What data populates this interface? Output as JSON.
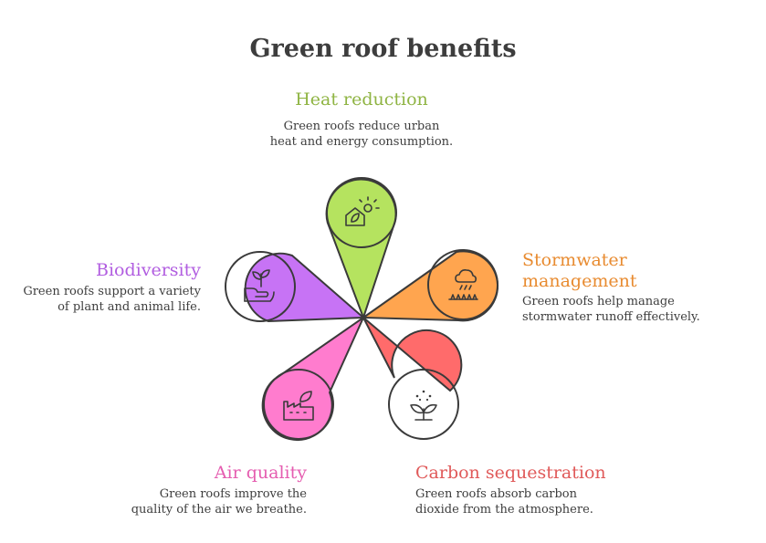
{
  "title": "Green roof benefits",
  "petals": [
    {
      "id": "heat",
      "label": "Heat reduction",
      "desc_lines": [
        "Green roofs reduce urban",
        "heat and energy consumption."
      ],
      "color": "#b5e35f",
      "label_color": "#8fb443",
      "icon": "house-sun-icon"
    },
    {
      "id": "stormwater",
      "label_lines": [
        "Stormwater",
        "management"
      ],
      "desc_lines": [
        "Green roofs help manage",
        "stormwater runoff effectively."
      ],
      "color": "#ffa54f",
      "label_color": "#e88b30",
      "icon": "rain-cloud-icon"
    },
    {
      "id": "carbon",
      "label": "Carbon sequestration",
      "desc_lines": [
        "Green roofs absorb carbon",
        "dioxide from the atmosphere."
      ],
      "color": "#ff6b6b",
      "label_color": "#e05a5a",
      "icon": "sprout-icon"
    },
    {
      "id": "air",
      "label": "Air quality",
      "desc_lines": [
        "Green roofs improve the",
        "quality of the air we breathe."
      ],
      "color": "#ff7cce",
      "label_color": "#e55db0",
      "icon": "factory-leaf-icon"
    },
    {
      "id": "bio",
      "label": "Biodiversity",
      "desc_lines": [
        "Green roofs support a variety",
        "of plant and animal life."
      ],
      "color": "#c773f5",
      "label_color": "#b15de0",
      "icon": "hand-plant-icon"
    }
  ]
}
